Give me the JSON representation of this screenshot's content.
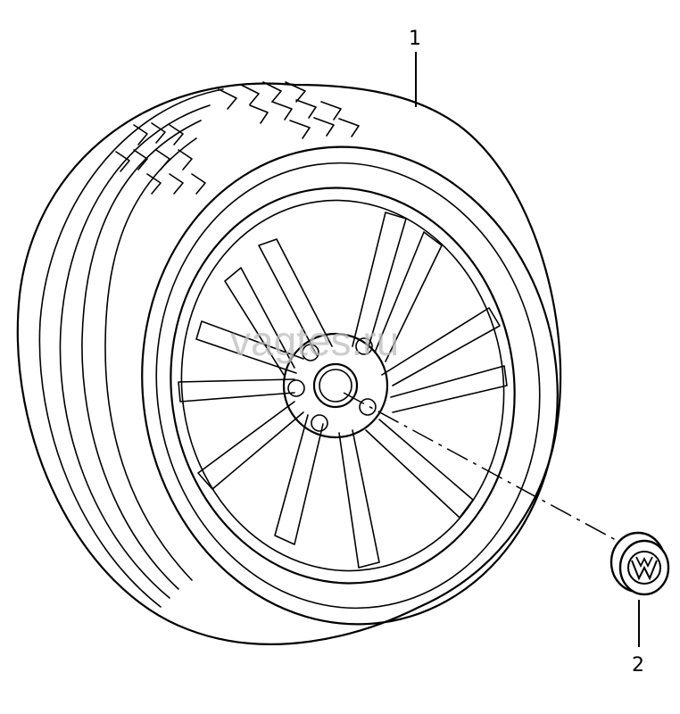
{
  "watermark": "vagtes.ru",
  "callouts": [
    {
      "number": "1",
      "part": "wheel-with-tyre"
    },
    {
      "number": "2",
      "part": "hub-cap"
    }
  ]
}
